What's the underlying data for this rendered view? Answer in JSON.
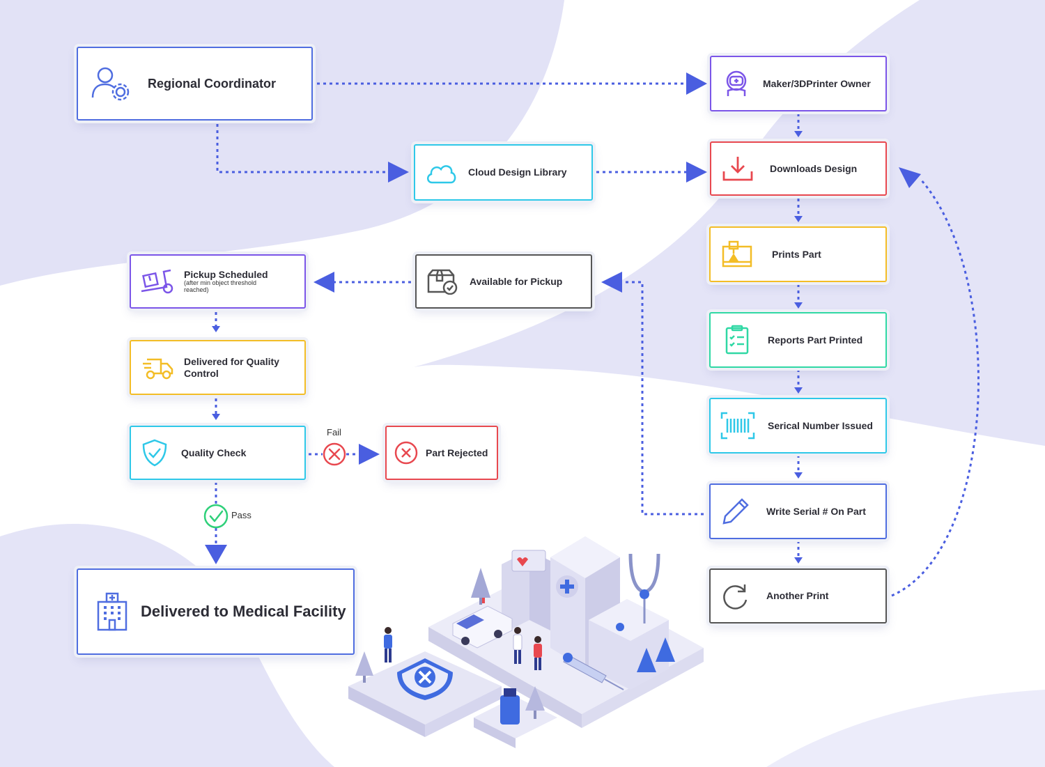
{
  "colors": {
    "connector": "#4a5ee0",
    "purple": "#7b55e8",
    "blue": "#4f6de0",
    "cyan": "#2ec8e8",
    "red": "#e8484f",
    "yellow": "#f3bd26",
    "green": "#2fd8a4",
    "gray": "#555555",
    "bg_blob": "#e2e2f6"
  },
  "nodes": {
    "regional_coordinator": {
      "label": "Regional Coordinator",
      "icon": "user-gear-icon"
    },
    "maker_owner": {
      "label": "Maker/3DPrinter Owner",
      "icon": "robot-icon"
    },
    "cloud_library": {
      "label": "Cloud Design Library",
      "icon": "cloud-icon"
    },
    "downloads_design": {
      "label": "Downloads Design",
      "icon": "download-icon"
    },
    "prints_part": {
      "label": "Prints Part",
      "icon": "3d-printer-icon"
    },
    "reports_printed": {
      "label": "Reports Part Printed",
      "icon": "clipboard-checklist-icon"
    },
    "serial_issued": {
      "label": "Serical Number Issued",
      "icon": "barcode-icon"
    },
    "write_serial": {
      "label": "Write Serial # On Part",
      "icon": "pen-icon"
    },
    "another_print": {
      "label": "Another Print",
      "icon": "redo-arrow-icon"
    },
    "available_pickup": {
      "label": "Available for Pickup",
      "icon": "box-check-icon"
    },
    "pickup_scheduled": {
      "label": "Pickup Scheduled",
      "sublabel": "(after min object threshold reached)",
      "icon": "hand-truck-icon"
    },
    "delivered_qc": {
      "label": "Delivered for Quality Control",
      "icon": "delivery-truck-icon"
    },
    "quality_check": {
      "label": "Quality Check",
      "icon": "shield-check-icon"
    },
    "part_rejected": {
      "label": "Part Rejected",
      "icon": "x-circle-icon"
    },
    "delivered_medical": {
      "label": "Delivered to Medical Facility",
      "icon": "hospital-building-icon"
    }
  },
  "conditions": {
    "fail": "Fail",
    "pass": "Pass"
  }
}
